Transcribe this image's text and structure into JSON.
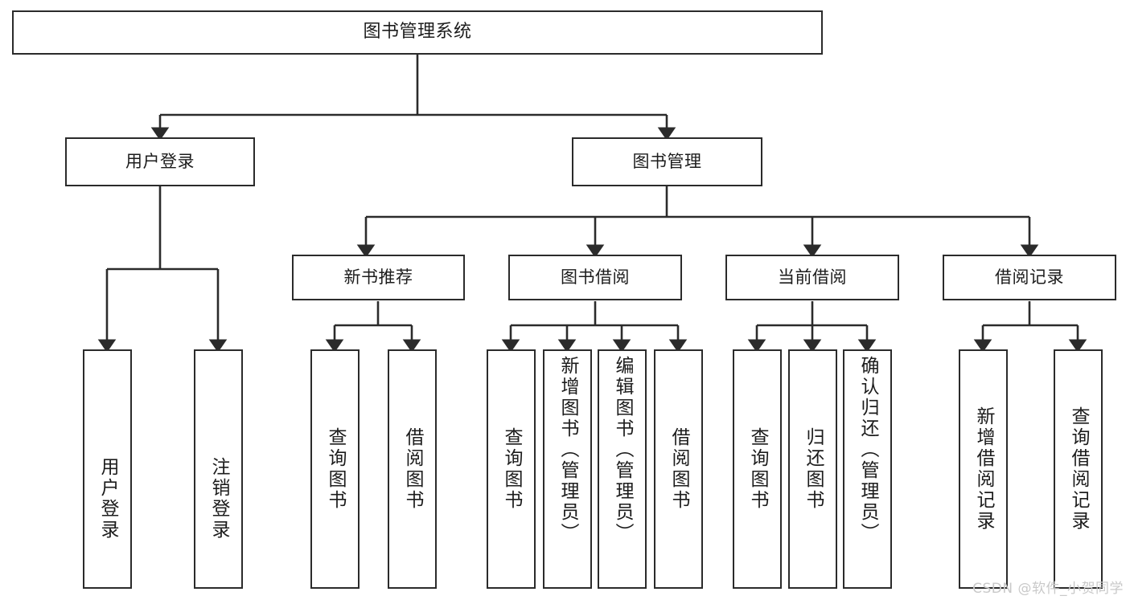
{
  "diagram": {
    "title": "图书管理系统",
    "type": "tree",
    "colors": {
      "box_border": "#2b2b2b",
      "box_fill": "#ffffff",
      "edge": "#2b2b2b",
      "text": "#1c1c1c",
      "watermark": "#c9c9c9",
      "background": "#ffffff"
    },
    "nodes": {
      "root": {
        "label": "图书管理系统"
      },
      "level2": [
        {
          "label": "用户登录"
        },
        {
          "label": "图书管理"
        }
      ],
      "level3": [
        {
          "label": "新书推荐"
        },
        {
          "label": "图书借阅"
        },
        {
          "label": "当前借阅"
        },
        {
          "label": "借阅记录"
        }
      ],
      "leaves": {
        "user_login": [
          {
            "label": "用户登录"
          },
          {
            "label": "注销登录"
          }
        ],
        "new_book_recommend": [
          {
            "label": "查询图书"
          },
          {
            "label": "借阅图书"
          }
        ],
        "book_borrow": [
          {
            "label": "查询图书"
          },
          {
            "label": "新增图书（管理员）"
          },
          {
            "label": "编辑图书（管理员）"
          },
          {
            "label": "借阅图书"
          }
        ],
        "current_borrow": [
          {
            "label": "查询图书"
          },
          {
            "label": "归还图书"
          },
          {
            "label": "确认归还（管理员）"
          }
        ],
        "borrow_record": [
          {
            "label": "新增借阅记录"
          },
          {
            "label": "查询借阅记录"
          }
        ]
      }
    }
  },
  "watermark": {
    "text": "CSDN @软件_小贺同学"
  }
}
